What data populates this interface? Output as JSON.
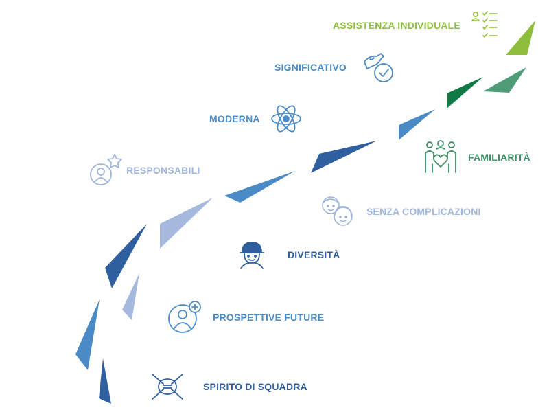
{
  "colors": {
    "lime": "#8dbd3b",
    "dark_green": "#0f7a45",
    "sea_green": "#4e9c78",
    "green_label": "#3d8f63",
    "mid_blue": "#4a8bc7",
    "dark_blue": "#2f5f9e",
    "pale_blue": "#a4b9dd",
    "pale_label": "#9fb5dc"
  },
  "items": [
    {
      "key": "assistenza",
      "label": "ASSISTENZA INDIVIDUALE",
      "icon": "checklist-person-icon",
      "color": "#8dbd3b"
    },
    {
      "key": "significativo",
      "label": "SIGNIFICATIVO",
      "icon": "arm-check-icon",
      "color": "#4a8bc7"
    },
    {
      "key": "moderna",
      "label": "MODERNA",
      "icon": "atom-icon",
      "color": "#4a8bc7"
    },
    {
      "key": "familiarita",
      "label": "FAMILIARITÀ",
      "icon": "family-heart-icon",
      "color": "#3d8f63"
    },
    {
      "key": "responsabili",
      "label": "RESPONSABILI",
      "icon": "person-star-icon",
      "color": "#9fb5dc"
    },
    {
      "key": "senza",
      "label": "SENZA COMPLICAZIONI",
      "icon": "two-faces-icon",
      "color": "#9fb5dc"
    },
    {
      "key": "diversita",
      "label": "DIVERSITÀ",
      "icon": "worker-helmet-icon",
      "color": "#2f5f9e"
    },
    {
      "key": "prospettive",
      "label": "PROSPETTIVE FUTURE",
      "icon": "person-plus-icon",
      "color": "#4a8bc7"
    },
    {
      "key": "spirito",
      "label": "SPIRITO DI SQUADRA",
      "icon": "hands-together-icon",
      "color": "#2f5f9e"
    }
  ]
}
